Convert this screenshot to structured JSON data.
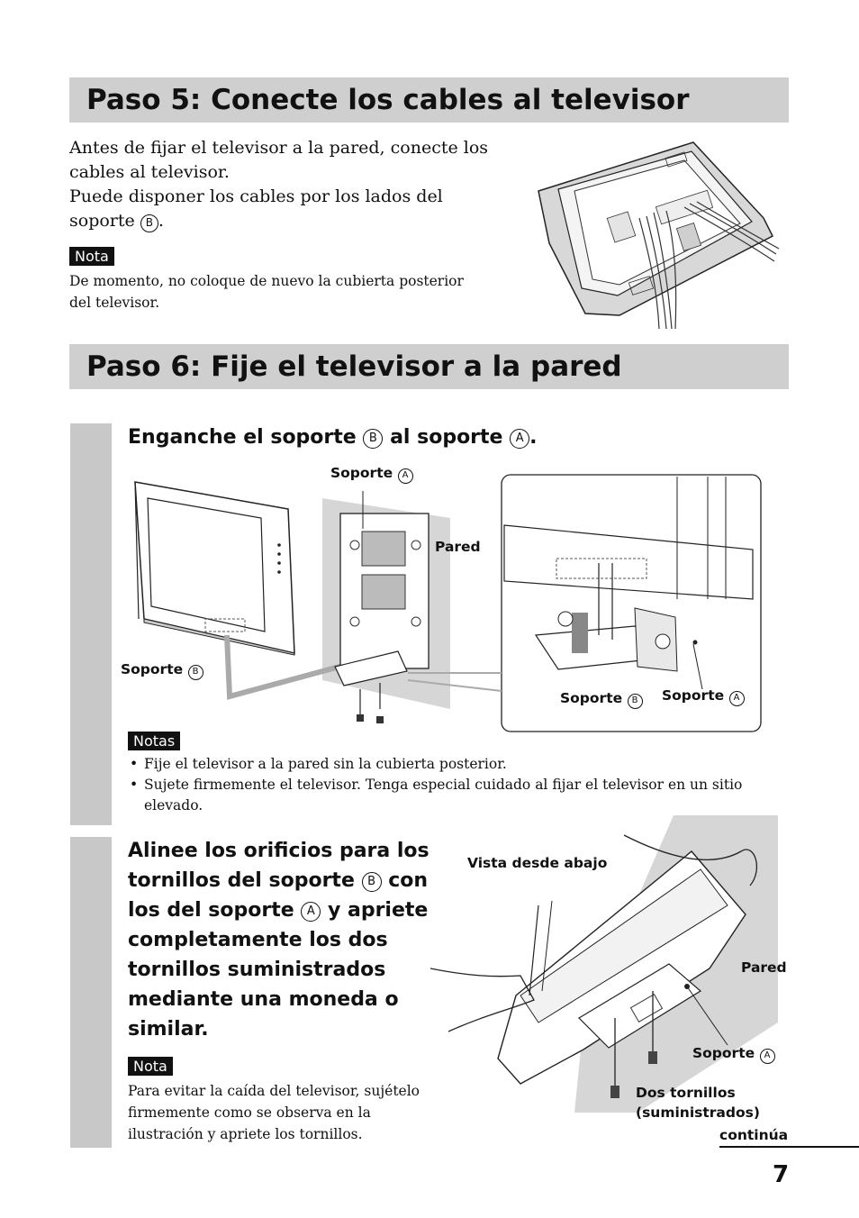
{
  "paso5": {
    "title": "Paso 5:  Conecte los cables al televisor",
    "line1": "Antes de fijar el televisor a la pared, conecte los",
    "line2": "cables al televisor.",
    "line3": "Puede disponer los cables por los lados del",
    "line4": "soporte",
    "line4_circ": "B",
    "nota_label": "Nota",
    "nota_line1": "De momento, no coloque de nuevo la cubierta posterior",
    "nota_line2": "del televisor."
  },
  "paso6": {
    "title": "Paso 6:  Fije el televisor a la pared"
  },
  "step1": {
    "heading_pre": "Enganche el soporte",
    "heading_b": "B",
    "heading_mid": "al soporte",
    "heading_a": "A",
    "heading_post": ".",
    "label_soporte_a_top": "Soporte",
    "label_pared": "Pared",
    "label_soporte_b_left": "Soporte",
    "label_soporte_b_detail": "Soporte",
    "label_soporte_a_detail": "Soporte",
    "notas_label": "Notas",
    "note1": "Fije el televisor a la pared sin la cubierta posterior.",
    "note2_line1": "Sujete firmemente el televisor. Tenga especial cuidado al fijar el televisor en un sitio",
    "note2_line2": "elevado."
  },
  "step2": {
    "h1": "Alinee los orificios para los",
    "h2_pre": "tornillos del soporte",
    "h2_circ": "B",
    "h2_post": "con",
    "h3_pre": "los del soporte",
    "h3_circ": "A",
    "h3_post": "y apriete",
    "h4": "completamente los dos",
    "h5": "tornillos suministrados",
    "h6": "mediante una moneda o",
    "h7": "similar.",
    "nota_label": "Nota",
    "nota_line1": "Para evitar la caída del televisor, sujételo",
    "nota_line2": "firmemente como se observa en la",
    "nota_line3": "ilustración y apriete los tornillos.",
    "label_vista": "Vista desde abajo",
    "label_pared": "Pared",
    "label_soporte_a": "Soporte",
    "label_dos_1": "Dos tornillos",
    "label_dos_2": "(suministrados)"
  },
  "footer": {
    "continua": "continúa",
    "page_number": "7"
  },
  "circle_a": "A",
  "circle_b": "B"
}
